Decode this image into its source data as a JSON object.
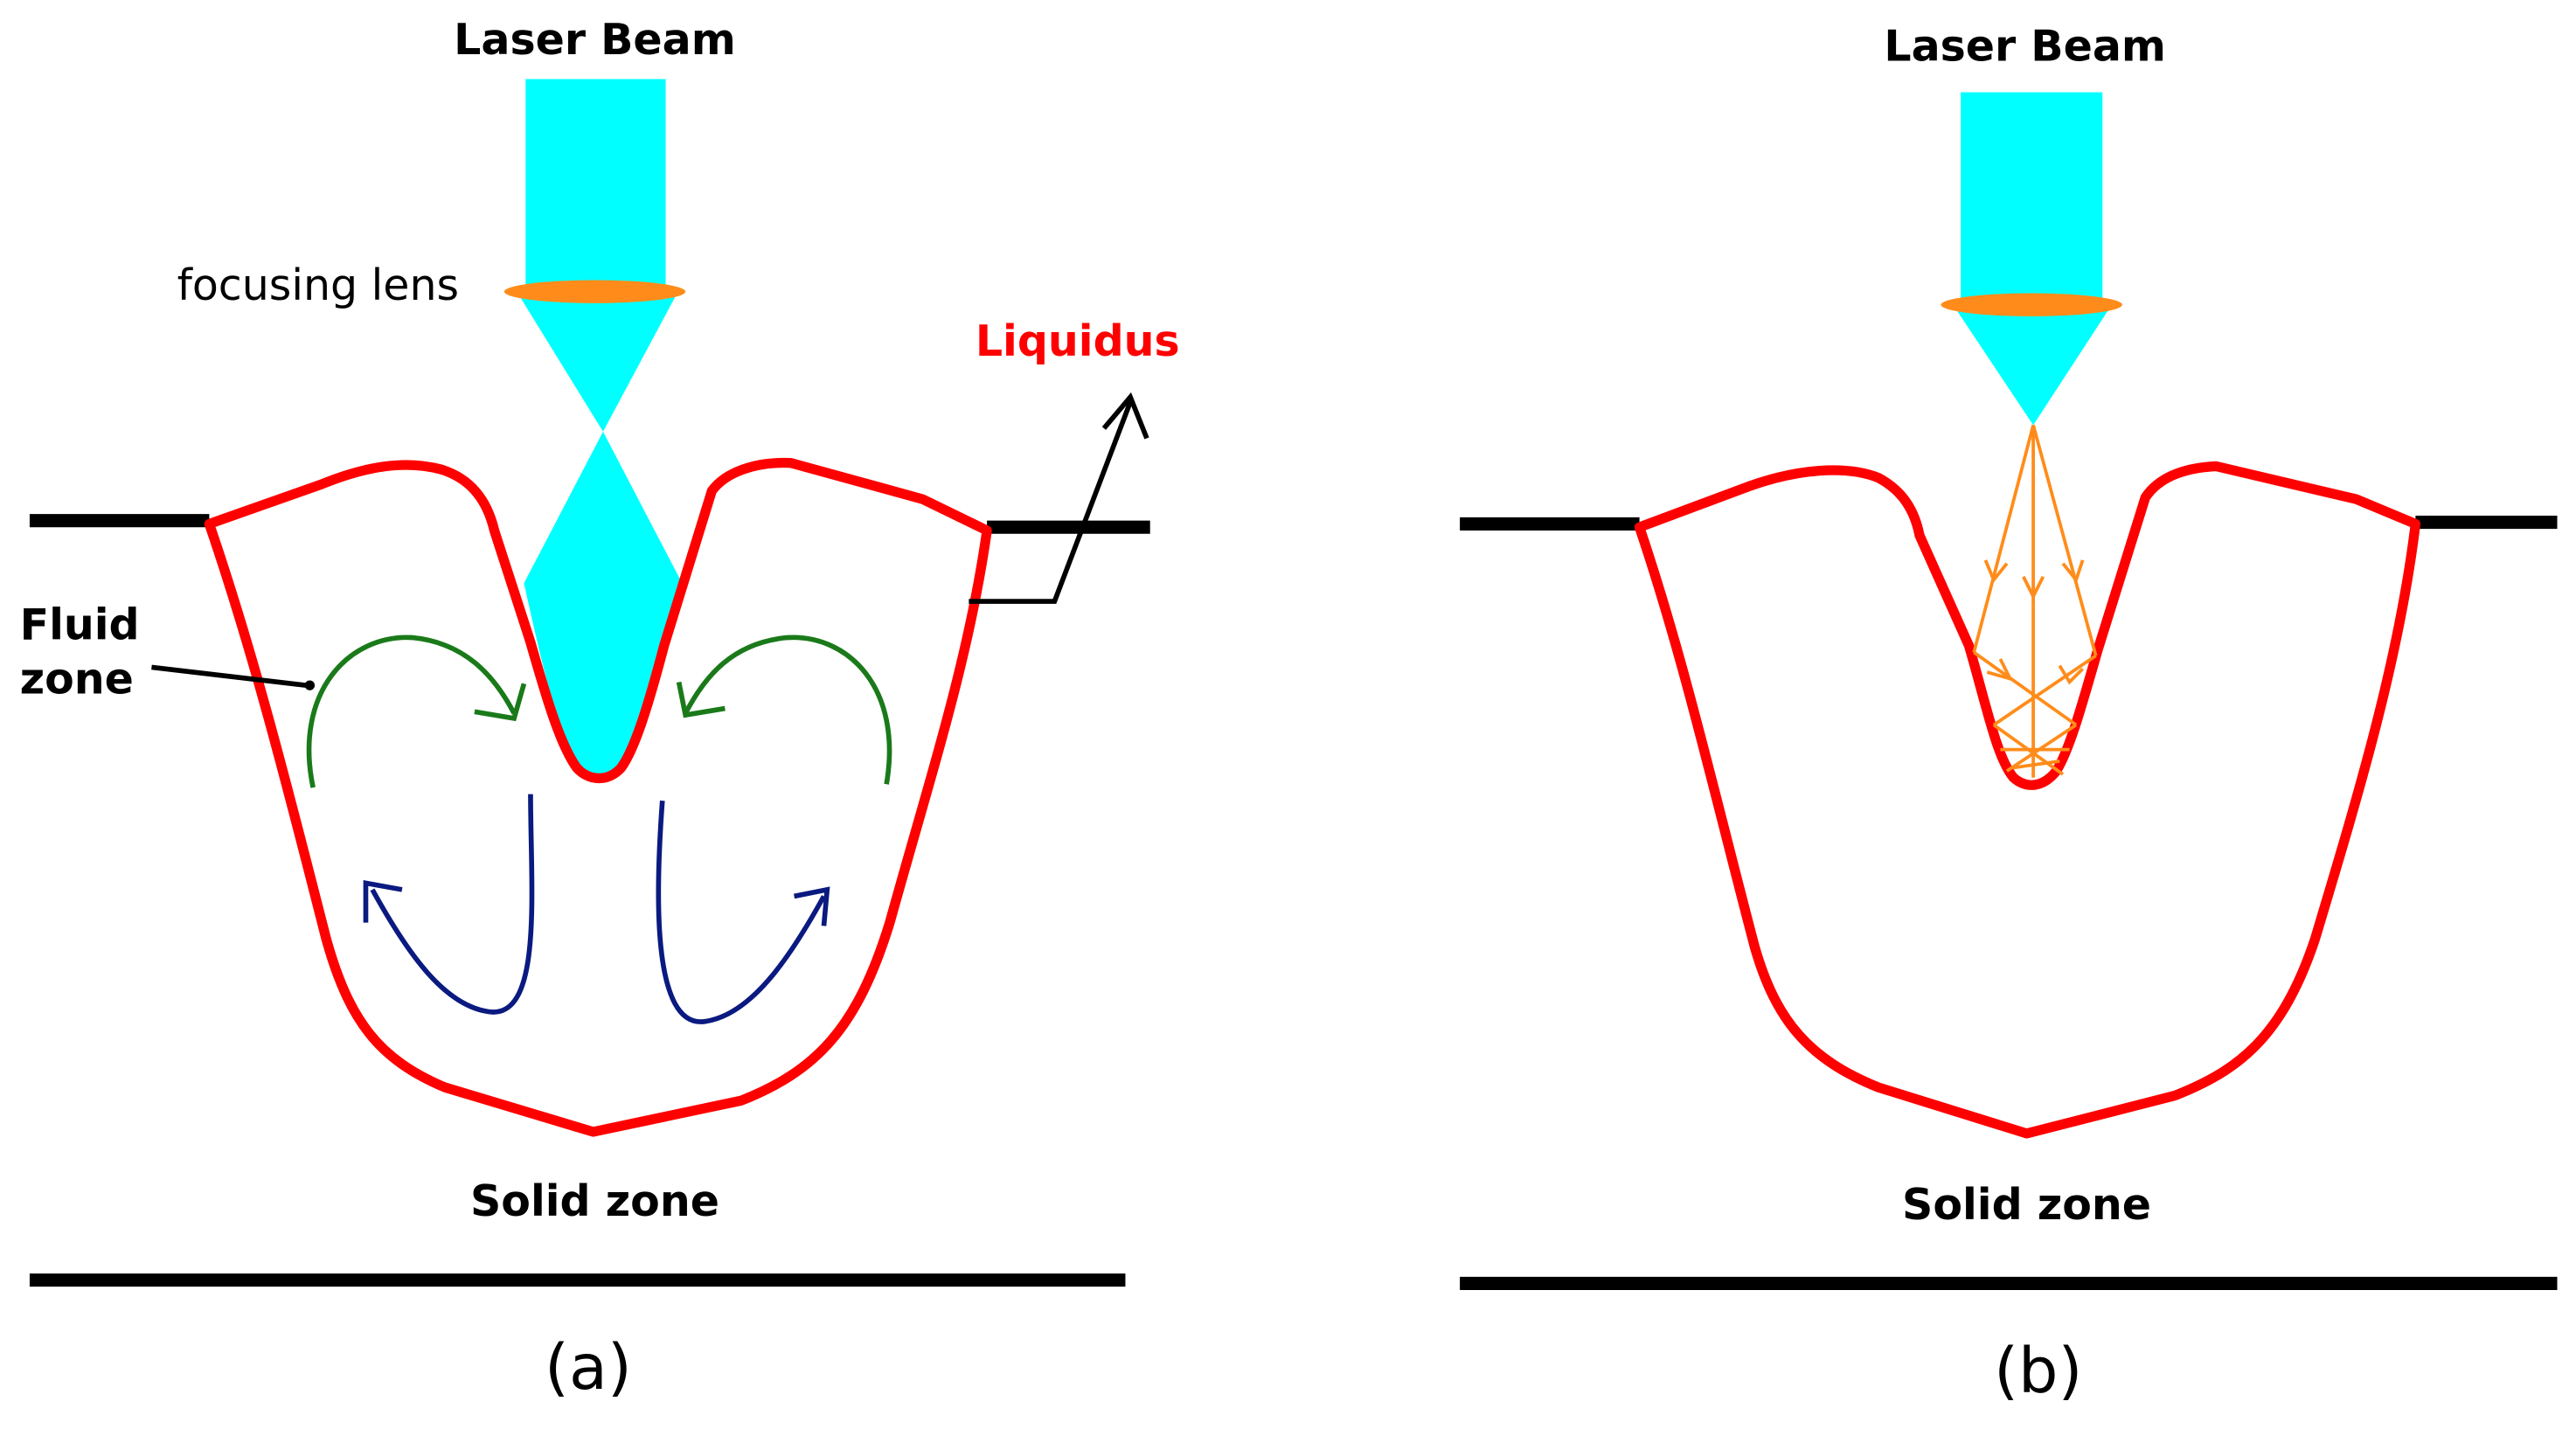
{
  "panel_a": {
    "laser_label": "Laser Beam",
    "lens_label": "focusing lens",
    "liquidus_label": "Liquidus",
    "fluid_zone_line1": "Fluid",
    "fluid_zone_line2": "zone",
    "solid_zone_label": "Solid zone",
    "caption": "(a)"
  },
  "panel_b": {
    "laser_label": "Laser Beam",
    "solid_zone_label": "Solid zone",
    "caption": "(b)"
  },
  "colors": {
    "beam": "#00ffff",
    "lens": "#ff8c1a",
    "liquidus": "#ff0000",
    "surface": "#000000",
    "surface_flow": "#1a7a1a",
    "bulk_flow": "#0a1a80",
    "reflections": "#ff8c1a"
  }
}
